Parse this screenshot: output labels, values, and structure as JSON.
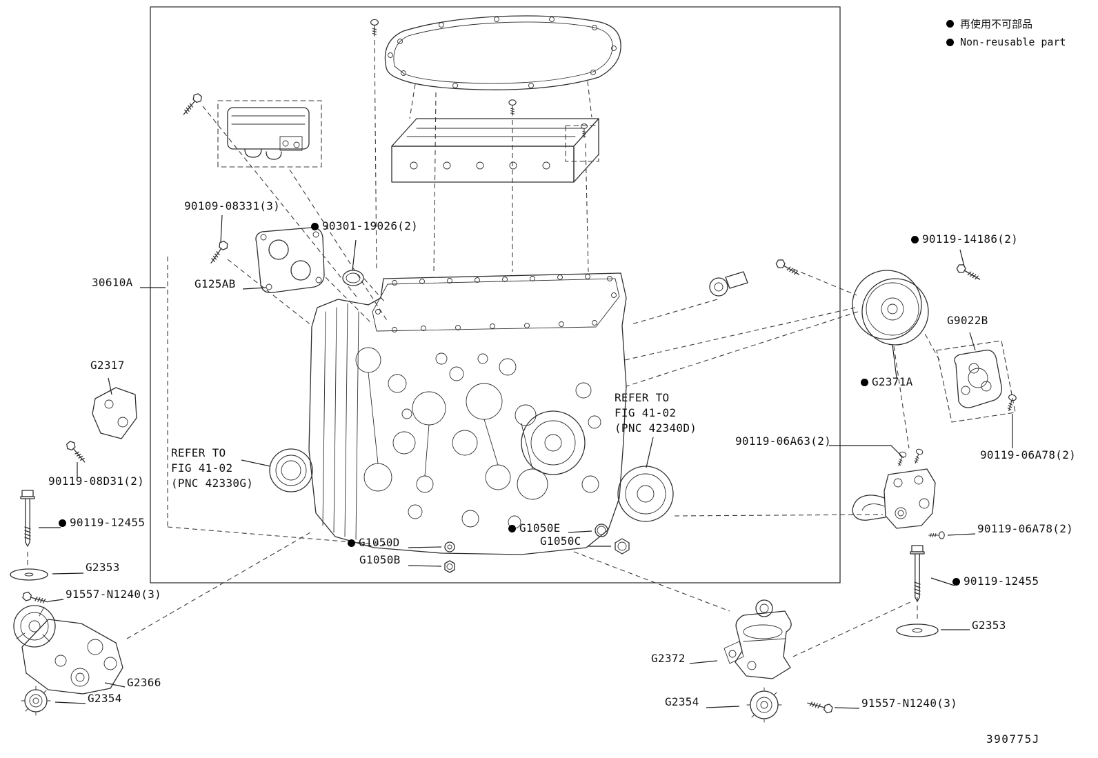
{
  "legend": {
    "jp_label": "再使用不可部品",
    "en_label": "Non-reusable part"
  },
  "diagram_number": "390775J",
  "notes": {
    "refer_left": {
      "l1": "REFER TO",
      "l2": "FIG 41-02",
      "l3": "(PNC 42330G)"
    },
    "refer_right": {
      "l1": "REFER TO",
      "l2": "FIG 41-02",
      "l3": "(PNC 42340D)"
    }
  },
  "labels": [
    {
      "text": "90109-08331(3)",
      "non_reusable": false
    },
    {
      "text": "90301-19026(2)",
      "non_reusable": true
    },
    {
      "text": "30610A",
      "non_reusable": false
    },
    {
      "text": "G125AB",
      "non_reusable": false
    },
    {
      "text": "G2317",
      "non_reusable": false
    },
    {
      "text": "90119-08D31(2)",
      "non_reusable": false
    },
    {
      "text": "90119-12455",
      "non_reusable": true
    },
    {
      "text": "G2353",
      "non_reusable": false
    },
    {
      "text": "91557-N1240(3)",
      "non_reusable": false
    },
    {
      "text": "G2366",
      "non_reusable": false
    },
    {
      "text": "G2354",
      "non_reusable": false
    },
    {
      "text": "G1050D",
      "non_reusable": true
    },
    {
      "text": "G1050B",
      "non_reusable": false
    },
    {
      "text": "G1050E",
      "non_reusable": true
    },
    {
      "text": "G1050C",
      "non_reusable": false
    },
    {
      "text": "G2372",
      "non_reusable": false
    },
    {
      "text": "G2354",
      "non_reusable": false
    },
    {
      "text": "91557-N1240(3)",
      "non_reusable": false
    },
    {
      "text": "90119-12455",
      "non_reusable": true
    },
    {
      "text": "G2353",
      "non_reusable": false
    },
    {
      "text": "90119-14186(2)",
      "non_reusable": true
    },
    {
      "text": "G9022B",
      "non_reusable": false
    },
    {
      "text": "G2371A",
      "non_reusable": true
    },
    {
      "text": "90119-06A63(2)",
      "non_reusable": false
    },
    {
      "text": "90119-06A78(2)",
      "non_reusable": false
    },
    {
      "text": "90119-06A78(2)",
      "non_reusable": false
    }
  ]
}
